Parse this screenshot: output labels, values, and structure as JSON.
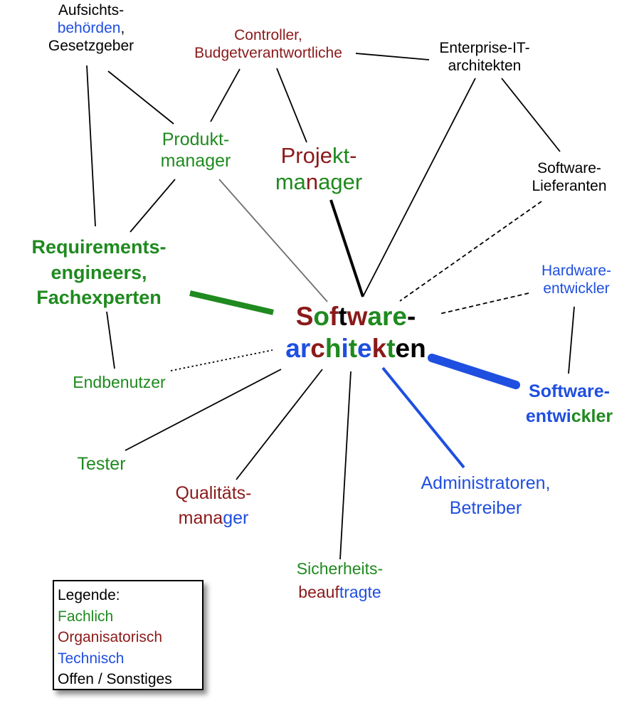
{
  "colors": {
    "fachlich": "#1f8a1f",
    "organisatorisch": "#8b1a1a",
    "technisch": "#1f4fe0",
    "sonstiges": "#000000"
  },
  "nodes": {
    "aufsicht": {
      "lines": [
        [
          {
            "t": "Aufsichts-",
            "c": "sonstiges"
          }
        ],
        [
          {
            "t": "behörden",
            "c": "technisch"
          },
          {
            "t": ",",
            "c": "sonstiges"
          }
        ],
        [
          {
            "t": "Gesetzgeber",
            "c": "sonstiges"
          }
        ]
      ]
    },
    "controller": {
      "lines": [
        [
          {
            "t": "Controller,",
            "c": "organisatorisch"
          }
        ],
        [
          {
            "t": "Budgetverantwortliche",
            "c": "organisatorisch"
          }
        ]
      ]
    },
    "enterprise": {
      "lines": [
        [
          {
            "t": "Enterprise-IT-",
            "c": "sonstiges"
          }
        ],
        [
          {
            "t": "architekten",
            "c": "sonstiges"
          }
        ]
      ]
    },
    "produkt": {
      "lines": [
        [
          {
            "t": "Produkt-",
            "c": "fachlich"
          }
        ],
        [
          {
            "t": "manager",
            "c": "fachlich"
          }
        ]
      ]
    },
    "projekt": {
      "lines": [
        [
          {
            "t": "Proje",
            "c": "organisatorisch"
          },
          {
            "t": "kt",
            "c": "fachlich"
          },
          {
            "t": "-",
            "c": "organisatorisch"
          }
        ],
        [
          {
            "t": "ma",
            "c": "fachlich"
          },
          {
            "t": "n",
            "c": "organisatorisch"
          },
          {
            "t": "ager",
            "c": "fachlich"
          }
        ]
      ]
    },
    "lieferanten": {
      "lines": [
        [
          {
            "t": "Software-",
            "c": "sonstiges"
          }
        ],
        [
          {
            "t": "Lieferanten",
            "c": "sonstiges"
          }
        ]
      ]
    },
    "requirements": {
      "lines": [
        [
          {
            "t": "Requirements-",
            "c": "fachlich"
          }
        ],
        [
          {
            "t": "engineers,",
            "c": "fachlich"
          }
        ],
        [
          {
            "t": "Fachexperten",
            "c": "fachlich"
          }
        ]
      ]
    },
    "hardware": {
      "lines": [
        [
          {
            "t": "Hardware-",
            "c": "technisch"
          }
        ],
        [
          {
            "t": "entwickler",
            "c": "technisch"
          }
        ]
      ]
    },
    "center": {
      "lines": [
        [
          {
            "t": "S",
            "c": "organisatorisch"
          },
          {
            "t": "o",
            "c": "fachlich"
          },
          {
            "t": "f",
            "c": "organisatorisch"
          },
          {
            "t": "t",
            "c": "sonstiges"
          },
          {
            "t": "w",
            "c": "organisatorisch"
          },
          {
            "t": "are",
            "c": "fachlich"
          },
          {
            "t": "-",
            "c": "sonstiges"
          }
        ],
        [
          {
            "t": "ar",
            "c": "technisch"
          },
          {
            "t": "c",
            "c": "organisatorisch"
          },
          {
            "t": "h",
            "c": "fachlich"
          },
          {
            "t": "i",
            "c": "technisch"
          },
          {
            "t": "t",
            "c": "fachlich"
          },
          {
            "t": "e",
            "c": "technisch"
          },
          {
            "t": "k",
            "c": "organisatorisch"
          },
          {
            "t": "t",
            "c": "fachlich"
          },
          {
            "t": "en",
            "c": "sonstiges"
          }
        ]
      ]
    },
    "endbenutzer": {
      "lines": [
        [
          {
            "t": "Endbenutzer",
            "c": "fachlich"
          }
        ]
      ]
    },
    "entwickler": {
      "lines": [
        [
          {
            "t": "Software-",
            "c": "technisch"
          }
        ],
        [
          {
            "t": "entwi",
            "c": "technisch"
          },
          {
            "t": "ckler",
            "c": "fachlich"
          }
        ]
      ]
    },
    "tester": {
      "lines": [
        [
          {
            "t": "Tester",
            "c": "fachlich"
          }
        ]
      ]
    },
    "qualitaet": {
      "lines": [
        [
          {
            "t": "Qualitäts-",
            "c": "organisatorisch"
          }
        ],
        [
          {
            "t": "mana",
            "c": "organisatorisch"
          },
          {
            "t": "ger",
            "c": "technisch"
          }
        ]
      ]
    },
    "admin": {
      "lines": [
        [
          {
            "t": "Administratoren,",
            "c": "technisch"
          }
        ],
        [
          {
            "t": "Betreiber",
            "c": "technisch"
          }
        ]
      ]
    },
    "sicherheit": {
      "lines": [
        [
          {
            "t": "Sicherheits-",
            "c": "fachlich"
          }
        ],
        [
          {
            "t": "beauf",
            "c": "organisatorisch"
          },
          {
            "t": "tragte",
            "c": "technisch"
          }
        ]
      ]
    }
  },
  "edges": [
    {
      "from": "aufsicht",
      "to": "produkt",
      "style": "solid",
      "color": "sonstiges",
      "weight": "thin"
    },
    {
      "from": "aufsicht",
      "to": "requirements",
      "style": "solid",
      "color": "sonstiges",
      "weight": "thin"
    },
    {
      "from": "controller",
      "to": "enterprise",
      "style": "solid",
      "color": "sonstiges",
      "weight": "thin"
    },
    {
      "from": "controller",
      "to": "produkt",
      "style": "solid",
      "color": "sonstiges",
      "weight": "thin"
    },
    {
      "from": "controller",
      "to": "projekt",
      "style": "solid",
      "color": "sonstiges",
      "weight": "thin"
    },
    {
      "from": "enterprise",
      "to": "center",
      "style": "solid",
      "color": "sonstiges",
      "weight": "thin"
    },
    {
      "from": "enterprise",
      "to": "lieferanten",
      "style": "solid",
      "color": "sonstiges",
      "weight": "thin"
    },
    {
      "from": "produkt",
      "to": "requirements",
      "style": "solid",
      "color": "sonstiges",
      "weight": "thin"
    },
    {
      "from": "produkt",
      "to": "center",
      "style": "solid",
      "color": "grey",
      "weight": "thin"
    },
    {
      "from": "projekt",
      "to": "center",
      "style": "solid",
      "color": "sonstiges",
      "weight": "medium"
    },
    {
      "from": "lieferanten",
      "to": "center",
      "style": "dashed",
      "color": "sonstiges",
      "weight": "thin"
    },
    {
      "from": "requirements",
      "to": "center",
      "style": "solid",
      "color": "fachlich",
      "weight": "thick"
    },
    {
      "from": "requirements",
      "to": "endbenutzer",
      "style": "solid",
      "color": "sonstiges",
      "weight": "thin"
    },
    {
      "from": "hardware",
      "to": "center",
      "style": "dashed",
      "color": "sonstiges",
      "weight": "thin"
    },
    {
      "from": "hardware",
      "to": "entwickler",
      "style": "solid",
      "color": "sonstiges",
      "weight": "thin"
    },
    {
      "from": "endbenutzer",
      "to": "center",
      "style": "dotted",
      "color": "sonstiges",
      "weight": "thin"
    },
    {
      "from": "center",
      "to": "entwickler",
      "style": "solid",
      "color": "technisch",
      "weight": "heavy"
    },
    {
      "from": "center",
      "to": "tester",
      "style": "solid",
      "color": "sonstiges",
      "weight": "thin"
    },
    {
      "from": "center",
      "to": "qualitaet",
      "style": "solid",
      "color": "sonstiges",
      "weight": "thin"
    },
    {
      "from": "center",
      "to": "sicherheit",
      "style": "solid",
      "color": "sonstiges",
      "weight": "thin"
    },
    {
      "from": "center",
      "to": "admin",
      "style": "solid",
      "color": "technisch",
      "weight": "medium"
    }
  ],
  "legend": {
    "title": "Legende:",
    "items": [
      {
        "text": "Fachlich",
        "c": "fachlich"
      },
      {
        "text": "Organisatorisch",
        "c": "organisatorisch"
      },
      {
        "text": "Technisch",
        "c": "technisch"
      },
      {
        "text": "Offen / Sonstiges",
        "c": "sonstiges"
      }
    ]
  }
}
